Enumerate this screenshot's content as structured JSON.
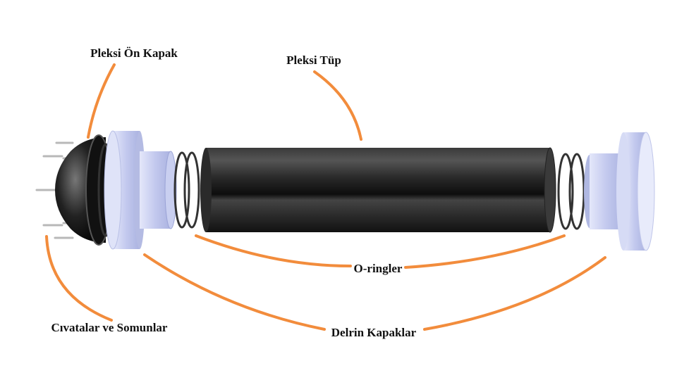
{
  "labels": {
    "front_cover": "Pleksi Ön Kapak",
    "tube": "Pleksi Tüp",
    "o_rings": "O-ringler",
    "bolts": "Cıvatalar ve Somunlar",
    "delrin_caps": "Delrin Kapaklar"
  },
  "colors": {
    "leader": "#f28c3c",
    "delrin": "#c9cff0",
    "tube": "#1a1a1a"
  }
}
